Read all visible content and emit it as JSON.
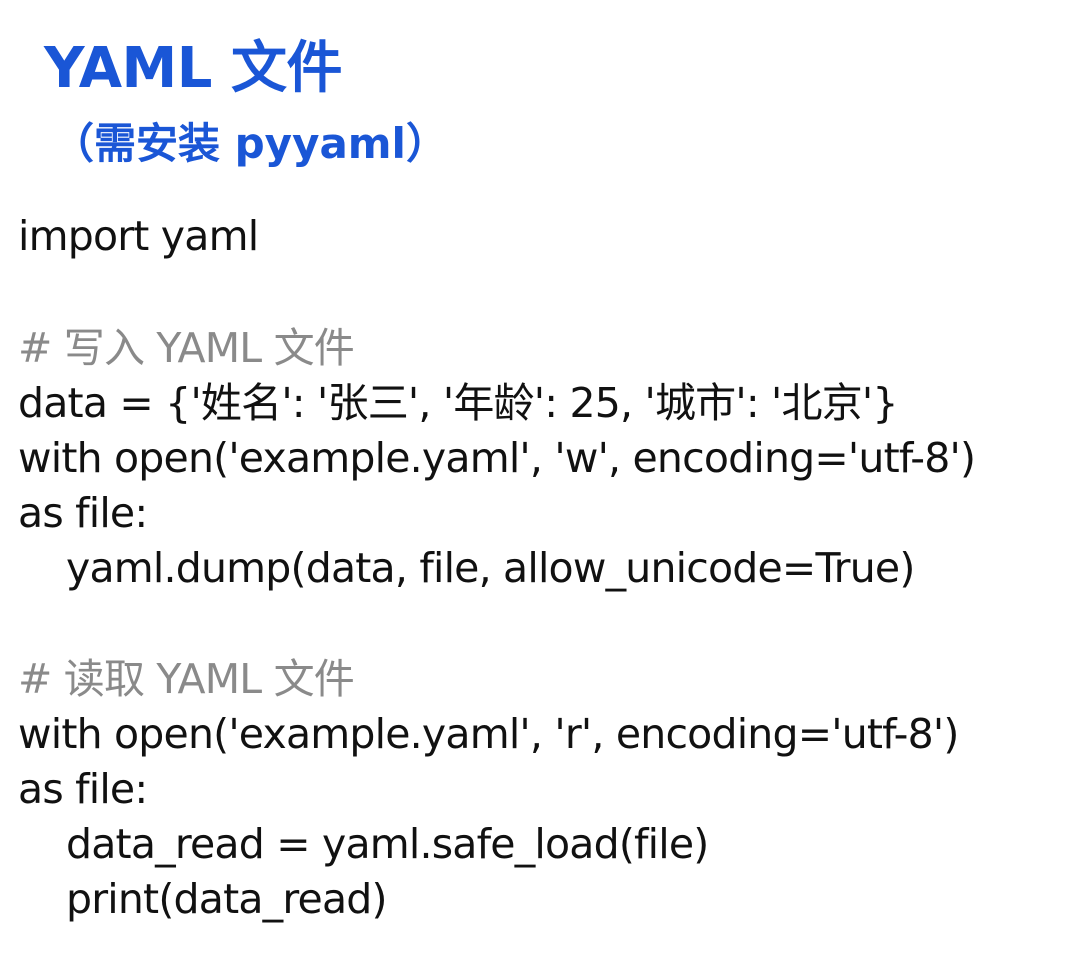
{
  "header": {
    "title": "YAML 文件",
    "subtitle": "（需安装 pyyaml）"
  },
  "code": {
    "lines": [
      "import yaml",
      "# 写入 YAML 文件",
      "data = {'姓名': '张三', '年龄': 25, '城市': '北京'}",
      "with open('example.yaml', 'w', encoding='utf-8')",
      "as file:",
      "yaml.dump(data, file, allow_unicode=True)",
      "# 读取 YAML 文件",
      "with open('example.yaml', 'r', encoding='utf-8')",
      "as file:",
      "data_read = yaml.safe_load(file)",
      "print(data_read)"
    ]
  },
  "colors": {
    "title": "#1a56d6",
    "code_text": "#111111",
    "comment": "#8a8a8a",
    "background": "#ffffff"
  }
}
